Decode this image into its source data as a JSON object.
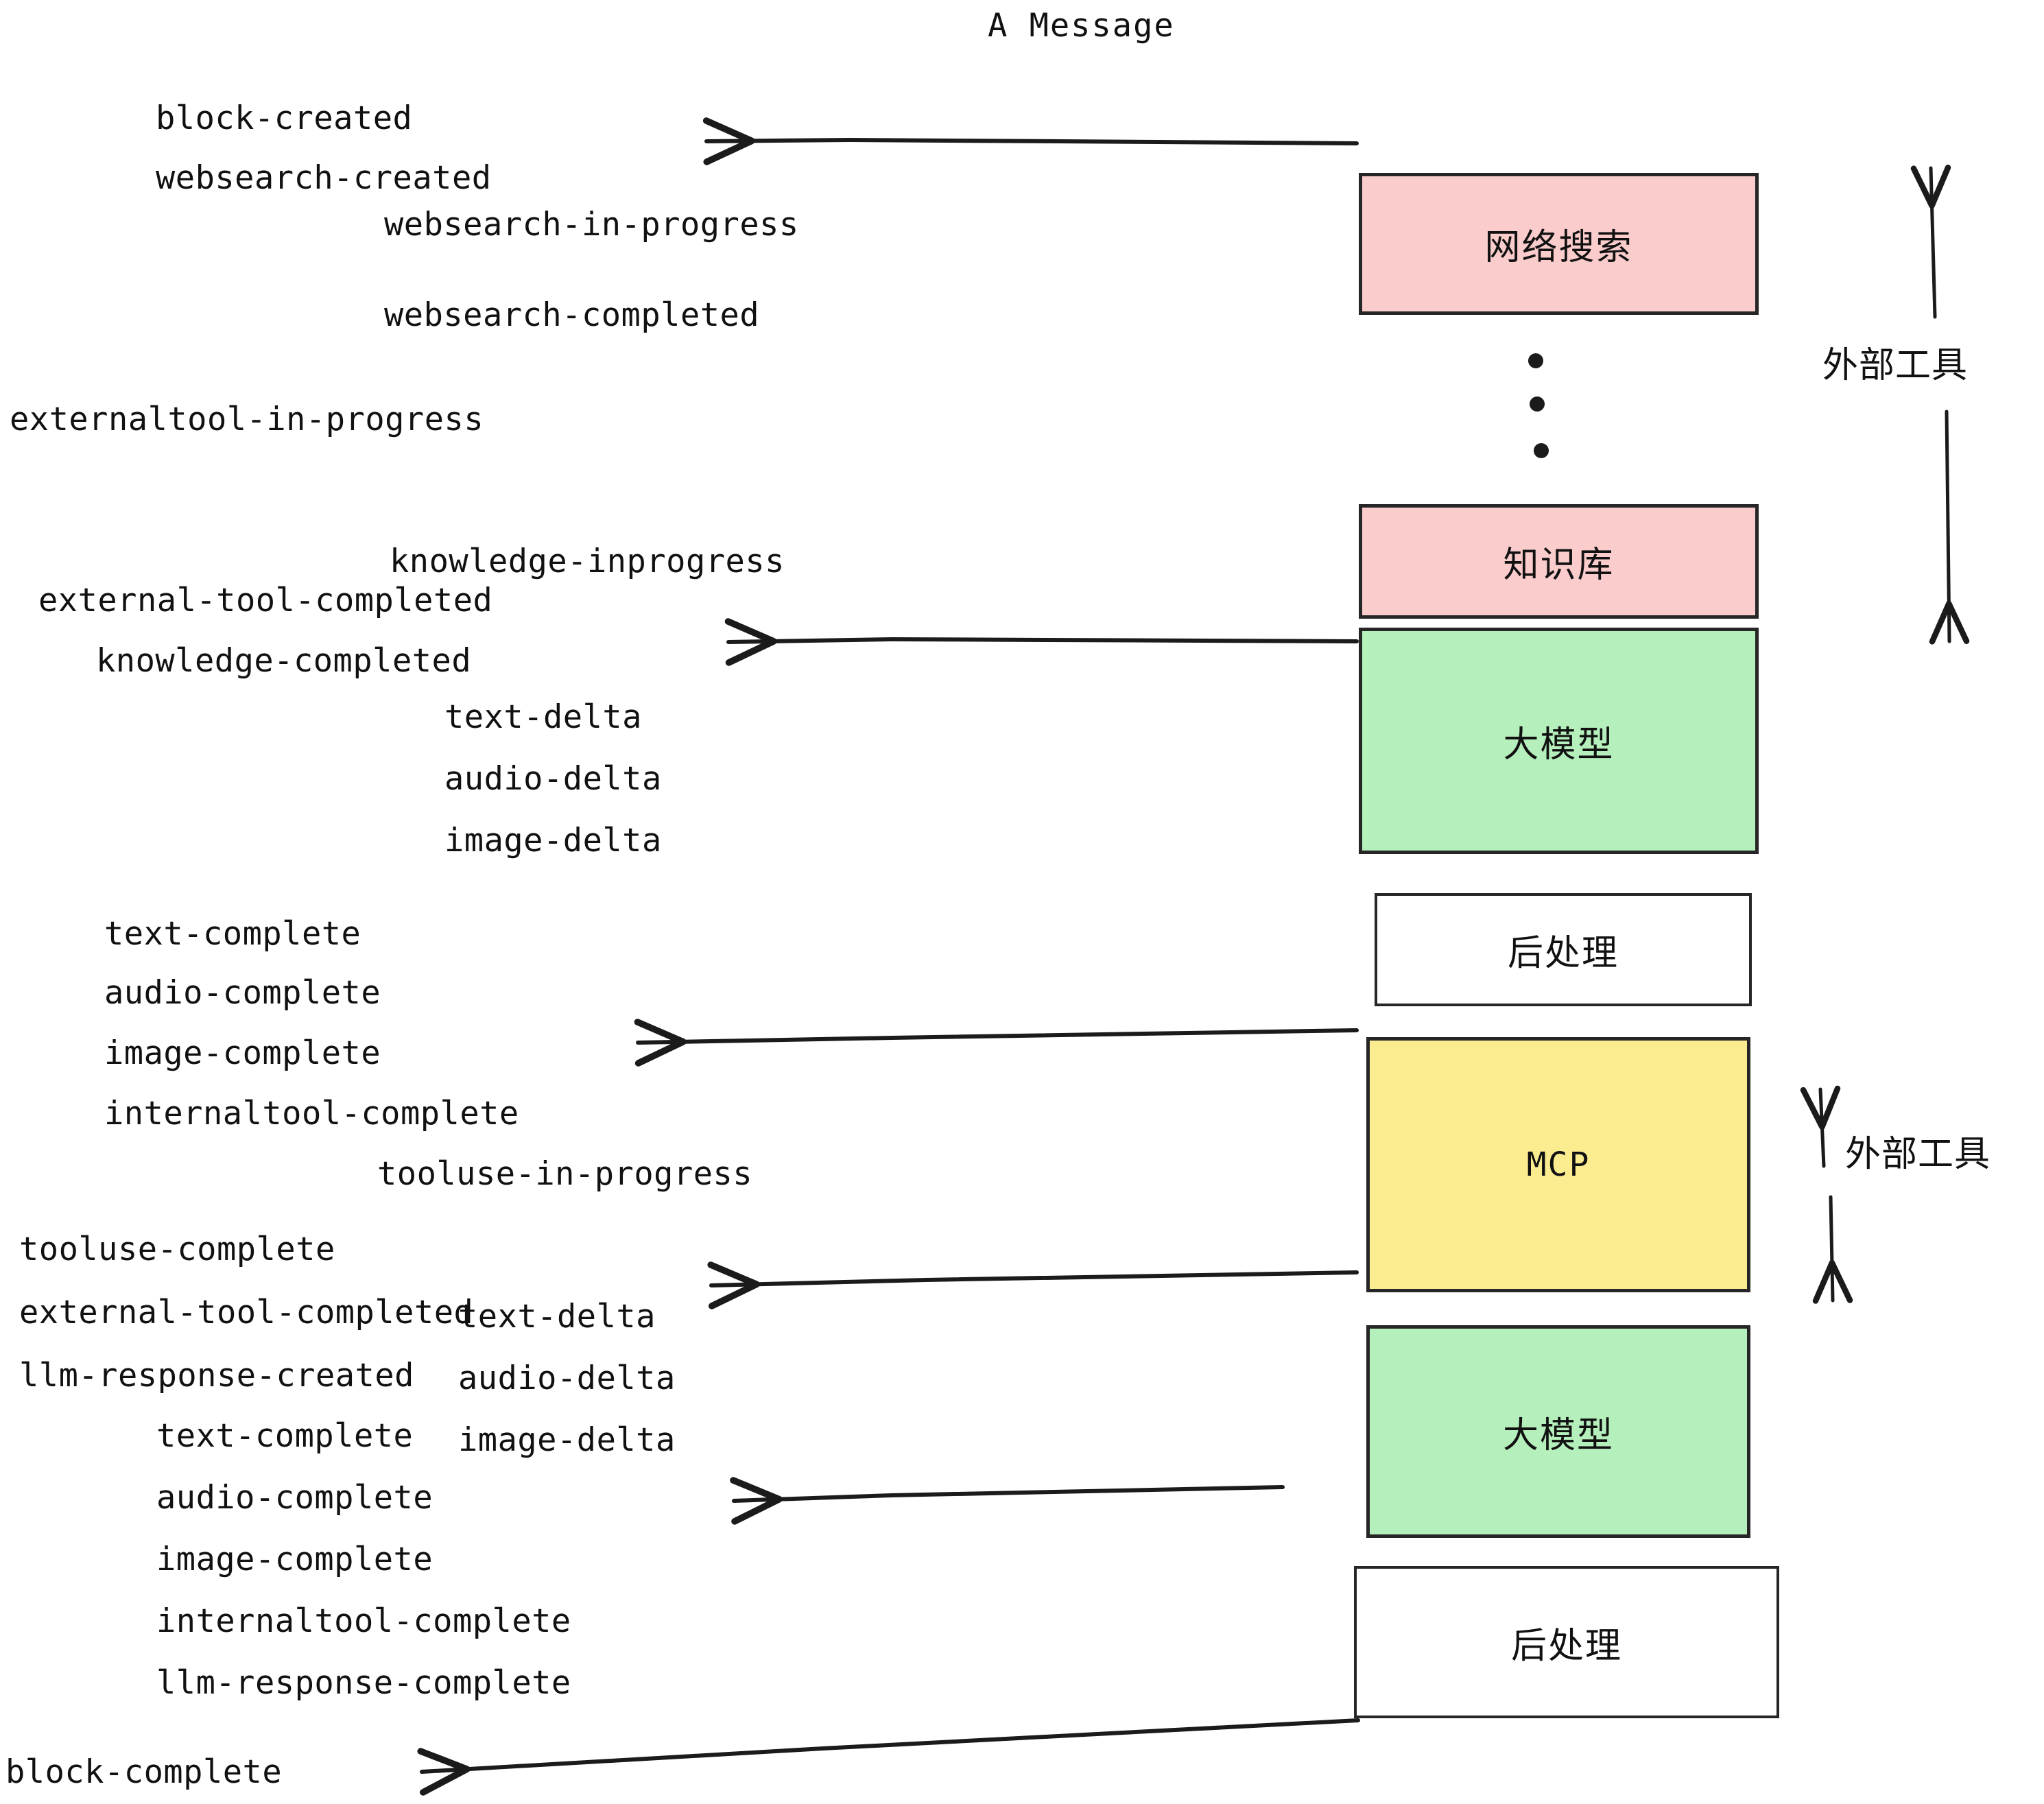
{
  "diagram": {
    "title": "A Message",
    "colors": {
      "pink": "#FACCCC",
      "green": "#B5F0BC",
      "yellow": "#FCEC90",
      "white": "#FFFFFF",
      "stroke": "#262626",
      "text": "#111111"
    },
    "nodes": [
      {
        "id": "websearch",
        "label": "网络搜索",
        "fill": "#FACCCC"
      },
      {
        "id": "knowledge",
        "label": "知识库",
        "fill": "#FACCCC"
      },
      {
        "id": "llm-1",
        "label": "大模型",
        "fill": "#B5F0BC"
      },
      {
        "id": "postproc-1",
        "label": "后处理",
        "fill": "#FFFFFF"
      },
      {
        "id": "mcp",
        "label": "MCP",
        "fill": "#FCEC90"
      },
      {
        "id": "llm-2",
        "label": "大模型",
        "fill": "#B5F0BC"
      },
      {
        "id": "postproc-2",
        "label": "后处理",
        "fill": "#FFFFFF"
      }
    ],
    "side_labels": [
      {
        "id": "external-tools-top",
        "label": "外部工具"
      },
      {
        "id": "external-tools-bottom",
        "label": "外部工具"
      }
    ],
    "events": [
      {
        "id": "e01",
        "text": "block-created"
      },
      {
        "id": "e02",
        "text": "websearch-created"
      },
      {
        "id": "e03",
        "text": "websearch-in-progress"
      },
      {
        "id": "e04",
        "text": "websearch-completed"
      },
      {
        "id": "e05",
        "text": "externaltool-in-progress"
      },
      {
        "id": "e06",
        "text": "knowledge-inprogress"
      },
      {
        "id": "e07",
        "text": "external-tool-completed"
      },
      {
        "id": "e08",
        "text": "knowledge-completed"
      },
      {
        "id": "e09",
        "text": "text-delta"
      },
      {
        "id": "e10",
        "text": "audio-delta"
      },
      {
        "id": "e11",
        "text": "image-delta"
      },
      {
        "id": "e12",
        "text": "text-complete"
      },
      {
        "id": "e13",
        "text": "audio-complete"
      },
      {
        "id": "e14",
        "text": "image-complete"
      },
      {
        "id": "e15",
        "text": "internaltool-complete"
      },
      {
        "id": "e16",
        "text": "tooluse-in-progress"
      },
      {
        "id": "e17",
        "text": "tooluse-complete"
      },
      {
        "id": "e18",
        "text": "external-tool-completed"
      },
      {
        "id": "e19",
        "text": "llm-response-created"
      },
      {
        "id": "e20",
        "text": "text-delta"
      },
      {
        "id": "e21",
        "text": "audio-delta"
      },
      {
        "id": "e22",
        "text": "image-delta"
      },
      {
        "id": "e23",
        "text": "text-complete"
      },
      {
        "id": "e24",
        "text": "audio-complete"
      },
      {
        "id": "e25",
        "text": "image-complete"
      },
      {
        "id": "e26",
        "text": "internaltool-complete"
      },
      {
        "id": "e27",
        "text": "llm-response-complete"
      },
      {
        "id": "e28",
        "text": "block-complete"
      }
    ],
    "ellipsis": {
      "id": "vertical-ellipsis",
      "dots": 3
    }
  }
}
